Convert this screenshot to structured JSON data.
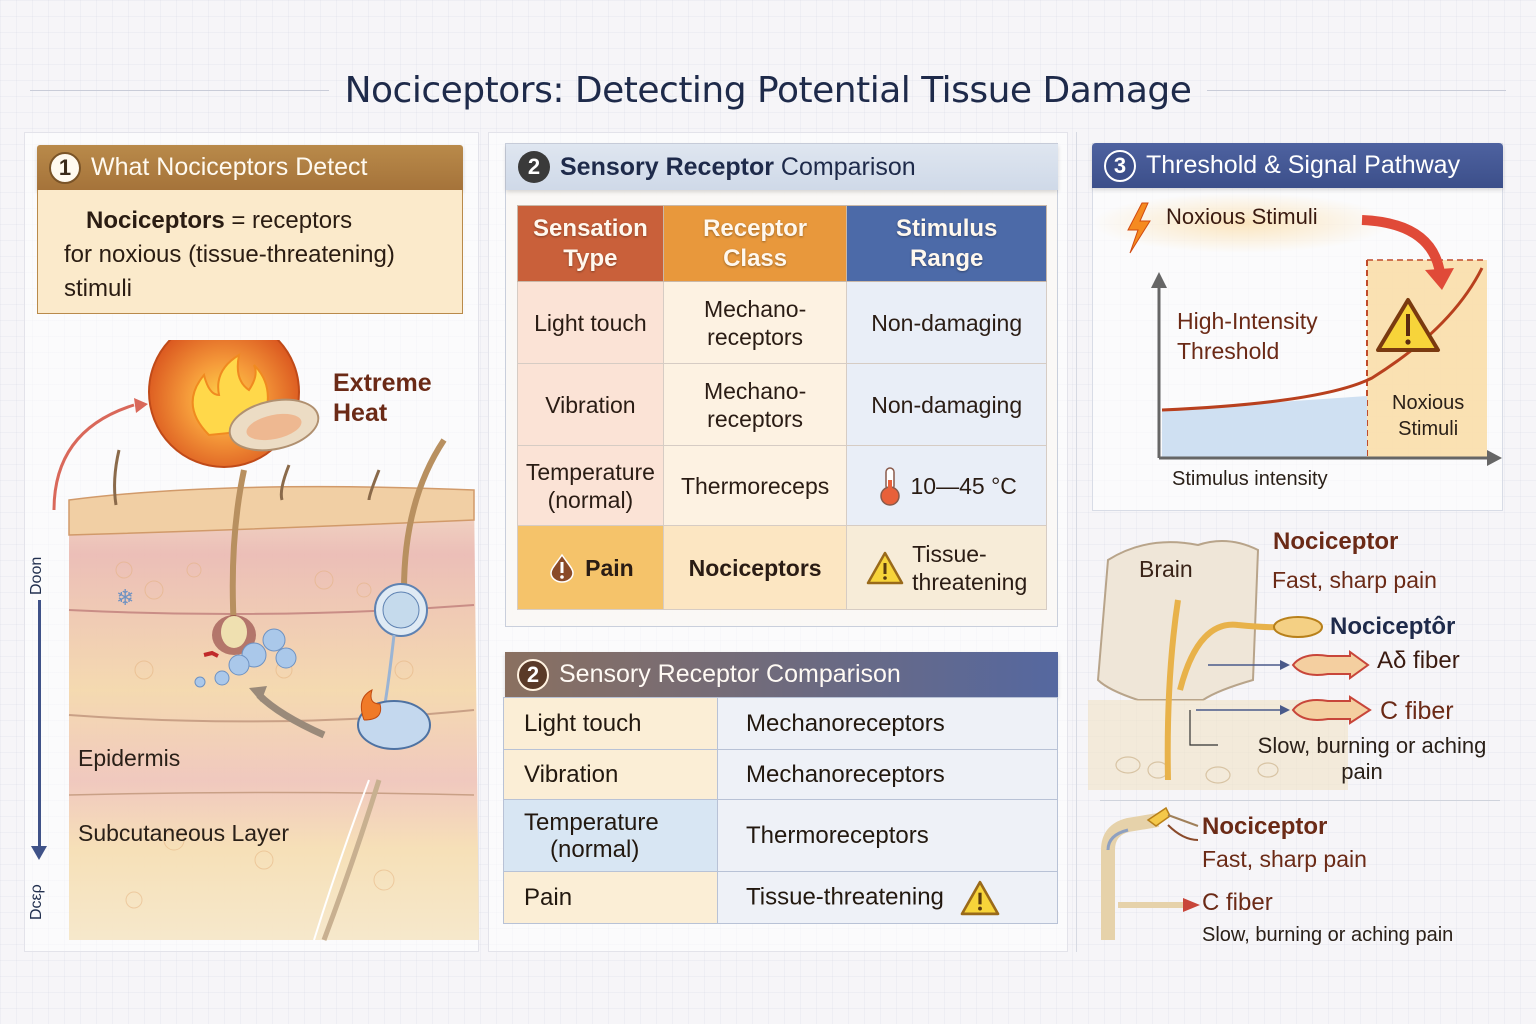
{
  "title": "Nociceptors: Detecting Potential Tissue Damage",
  "section1": {
    "number": "1",
    "heading": "What Nociceptors Detect",
    "definition_term": "Nociceptors",
    "definition_rest_line1": "= receptors",
    "definition_line2": "for noxious (tissue-threatening)",
    "definition_line3": "stimuli",
    "illustration": {
      "heat_label_line1": "Extreme",
      "heat_label_line2": "Heat",
      "layer_epidermis": "Epidermis",
      "layer_subcutaneous": "Subcutaneous Layer",
      "depth_top": "Doon",
      "depth_bottom": "Dcερ"
    }
  },
  "section2_table": {
    "number": "2",
    "heading_bold": "Sensory Receptor",
    "heading_rest": "Comparison",
    "columns": [
      {
        "line1": "Sensation",
        "line2": "Type"
      },
      {
        "line1": "Receptor",
        "line2": "Class"
      },
      {
        "line1": "Stimulus",
        "line2": "Range"
      }
    ],
    "rows": [
      {
        "sensation": "Light touch",
        "receptor_l1": "Mechano-",
        "receptor_l2": "receptors",
        "range": "Non-damaging"
      },
      {
        "sensation": "Vibration",
        "receptor_l1": "Mechano-",
        "receptor_l2": "receptors",
        "range": "Non-damaging"
      },
      {
        "sensation_l1": "Temperature",
        "sensation_l2": "(normal)",
        "receptor": "Thermoreceps",
        "range": "10—45 °C",
        "range_icon": "thermometer-icon"
      },
      {
        "sensation": "Pain",
        "sensation_icon": "warning-drop-icon",
        "receptor": "Nociceptors",
        "range_l1": "Tissue-",
        "range_l2": "threatening",
        "range_icon": "warning-triangle-icon"
      }
    ],
    "colors": {
      "sensation_header": "#c9603a",
      "receptor_header": "#e8983c",
      "stimulus_header": "#4c6aa8"
    }
  },
  "section2_summary": {
    "number": "2",
    "heading": "Sensory Receptor Comparison",
    "rows": [
      {
        "sensation": "Light touch",
        "value": "Mechanoreceptors"
      },
      {
        "sensation": "Vibration",
        "value": "Mechanoreceptors"
      },
      {
        "sensation_l1": "Temperature",
        "sensation_l2": "(normal)",
        "value": "Thermoreceptors"
      },
      {
        "sensation": "Pain",
        "value": "Tissue-threatening",
        "icon": "warning-triangle-icon"
      }
    ]
  },
  "section3": {
    "number": "3",
    "heading": "Threshold & Signal Pathway",
    "noxious_label": "Noxious Stimuli",
    "threshold_l1": "High-Intensity",
    "threshold_l2": "Threshold",
    "zone_l1": "Noxious",
    "zone_l2": "Stimuli",
    "x_axis_label": "Stimulus intensity"
  },
  "pathway": {
    "nociceptor_label": "Nociceptor",
    "fast_label": "Fast, sharp pain",
    "brain_label": "Brain",
    "nociceptor2_label": "Nociceptôr",
    "adelta_label": "Aδ fiber",
    "cfiber_label": "C fiber",
    "slow_l1": "Slow, burning or aching",
    "slow_l2": "pain"
  },
  "pathway_example": {
    "nociceptor_label": "Nociceptor",
    "fast_label": "Fast, sharp pain",
    "cfiber_label": "C fiber",
    "slow_label": "Slow, burning or aching pain"
  }
}
